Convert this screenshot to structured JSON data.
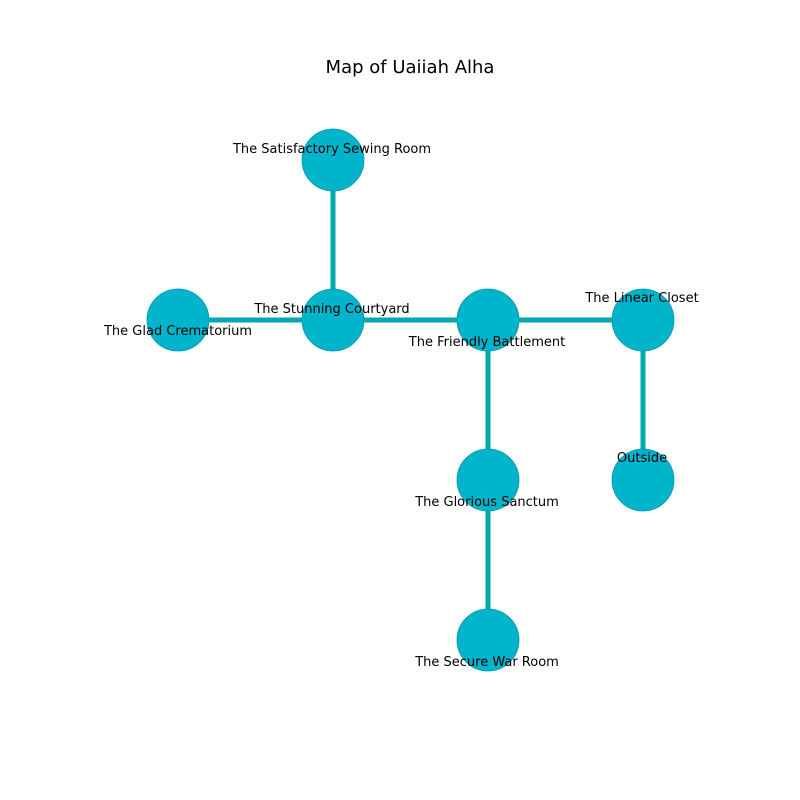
{
  "title": "Map of Uaiiah Alha",
  "colors": {
    "node_fill": "#00b4cc",
    "node_stroke": "#0097ad",
    "edge": "#00a8b0",
    "background": "#ffffff"
  },
  "rooms": [
    {
      "id": "sewing",
      "label": "The Satisfactory Sewing Room"
    },
    {
      "id": "courtyard",
      "label": "The Stunning Courtyard"
    },
    {
      "id": "crematorium",
      "label": "The Glad Crematorium"
    },
    {
      "id": "battlement",
      "label": "The Friendly Battlement"
    },
    {
      "id": "closet",
      "label": "The Linear Closet"
    },
    {
      "id": "outside",
      "label": "Outside"
    },
    {
      "id": "sanctum",
      "label": "The Glorious Sanctum"
    },
    {
      "id": "warroom",
      "label": "The Secure War Room"
    }
  ],
  "connections": [
    [
      "sewing",
      "courtyard"
    ],
    [
      "crematorium",
      "courtyard"
    ],
    [
      "courtyard",
      "battlement"
    ],
    [
      "battlement",
      "closet"
    ],
    [
      "closet",
      "outside"
    ],
    [
      "battlement",
      "sanctum"
    ],
    [
      "sanctum",
      "warroom"
    ]
  ]
}
